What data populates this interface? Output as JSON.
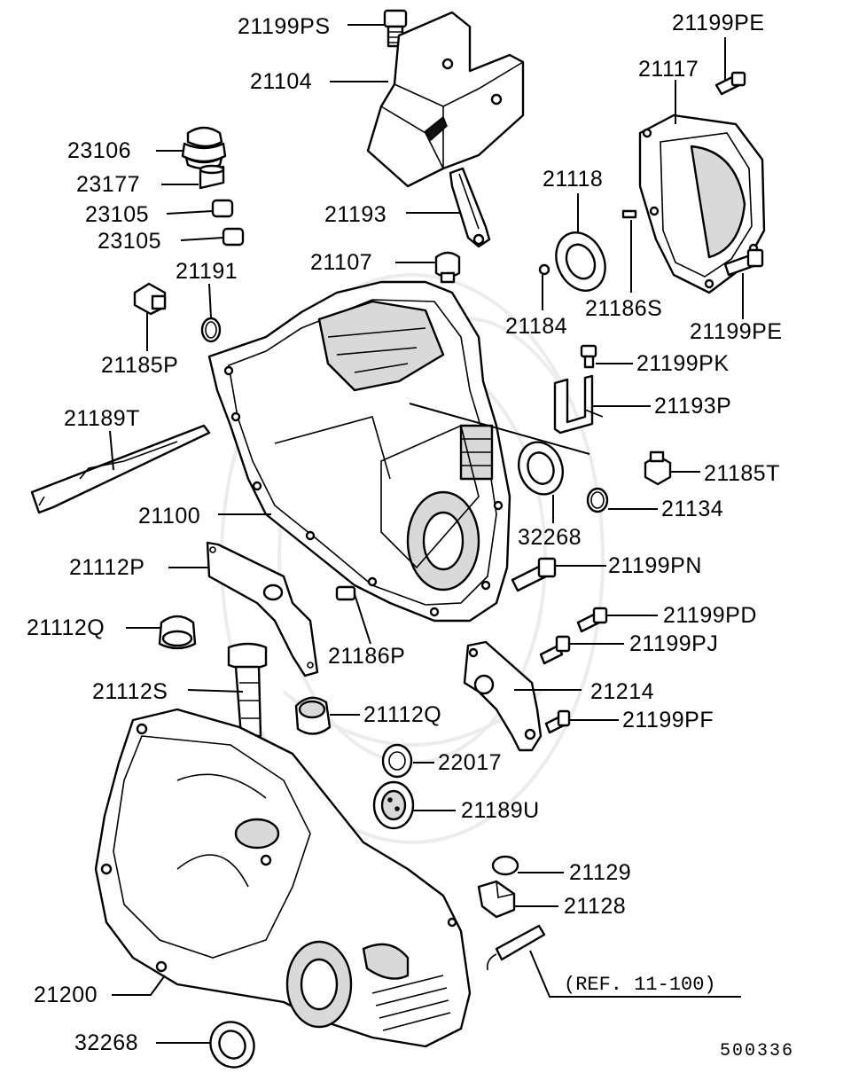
{
  "diagram": {
    "labels": [
      {
        "id": "p1",
        "text": "21199PS"
      },
      {
        "id": "p2",
        "text": "21104"
      },
      {
        "id": "p3",
        "text": "23106"
      },
      {
        "id": "p4",
        "text": "23177"
      },
      {
        "id": "p5",
        "text": "23105"
      },
      {
        "id": "p6",
        "text": "23105"
      },
      {
        "id": "p7",
        "text": "21191"
      },
      {
        "id": "p8",
        "text": "21185P"
      },
      {
        "id": "p9",
        "text": "21193"
      },
      {
        "id": "p10",
        "text": "21107"
      },
      {
        "id": "p11",
        "text": "21118"
      },
      {
        "id": "p12",
        "text": "21184"
      },
      {
        "id": "p13",
        "text": "21186S"
      },
      {
        "id": "p14",
        "text": "21199PE"
      },
      {
        "id": "p15",
        "text": "21117"
      },
      {
        "id": "p16",
        "text": "21199PE"
      },
      {
        "id": "p17",
        "text": "21199PK"
      },
      {
        "id": "p18",
        "text": "21193P"
      },
      {
        "id": "p19",
        "text": "21189T"
      },
      {
        "id": "p20",
        "text": "21185T"
      },
      {
        "id": "p21",
        "text": "21134"
      },
      {
        "id": "p22",
        "text": "21100"
      },
      {
        "id": "p23",
        "text": "32268"
      },
      {
        "id": "p24",
        "text": "21112P"
      },
      {
        "id": "p25",
        "text": "21199PN"
      },
      {
        "id": "p26",
        "text": "21199PD"
      },
      {
        "id": "p27",
        "text": "21112Q"
      },
      {
        "id": "p28",
        "text": "21199PJ"
      },
      {
        "id": "p29",
        "text": "21186P"
      },
      {
        "id": "p30",
        "text": "21214"
      },
      {
        "id": "p31",
        "text": "21112S"
      },
      {
        "id": "p32",
        "text": "21112Q"
      },
      {
        "id": "p33",
        "text": "21199PF"
      },
      {
        "id": "p34",
        "text": "22017"
      },
      {
        "id": "p35",
        "text": "21189U"
      },
      {
        "id": "p36",
        "text": "21129"
      },
      {
        "id": "p37",
        "text": "21128"
      },
      {
        "id": "p38",
        "text": "21200"
      },
      {
        "id": "p39",
        "text": "32268"
      }
    ],
    "reference_note": "(REF. 11-100)",
    "drawing_number": "500336"
  }
}
